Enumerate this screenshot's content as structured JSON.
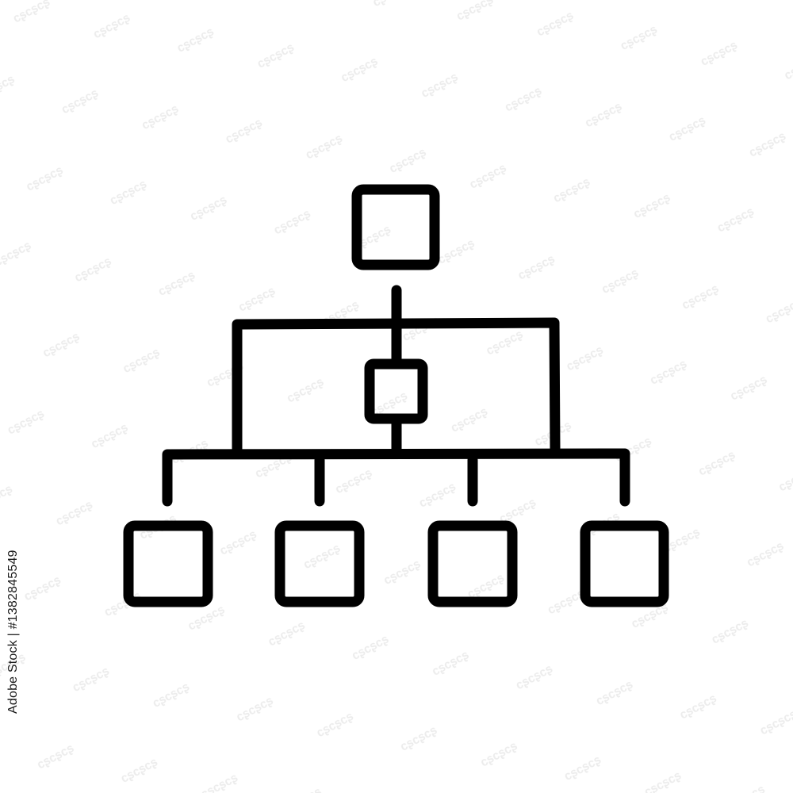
{
  "diagram": {
    "type": "hierarchy",
    "icon": "org-chart-icon",
    "nodes": [
      {
        "id": "top",
        "level": 0
      },
      {
        "id": "middle",
        "level": 1
      },
      {
        "id": "child-1",
        "level": 2
      },
      {
        "id": "child-2",
        "level": 2
      },
      {
        "id": "child-3",
        "level": 2
      },
      {
        "id": "child-4",
        "level": 2
      }
    ],
    "edges": [
      [
        "top",
        "middle"
      ],
      [
        "middle",
        "child-1"
      ],
      [
        "middle",
        "child-2"
      ],
      [
        "middle",
        "child-3"
      ],
      [
        "middle",
        "child-4"
      ]
    ],
    "stroke_color": "#000000",
    "background_color": "#ffffff"
  },
  "stock": {
    "brand": "Adobe Stock",
    "id_text": "Adobe Stock | #1382845549"
  }
}
